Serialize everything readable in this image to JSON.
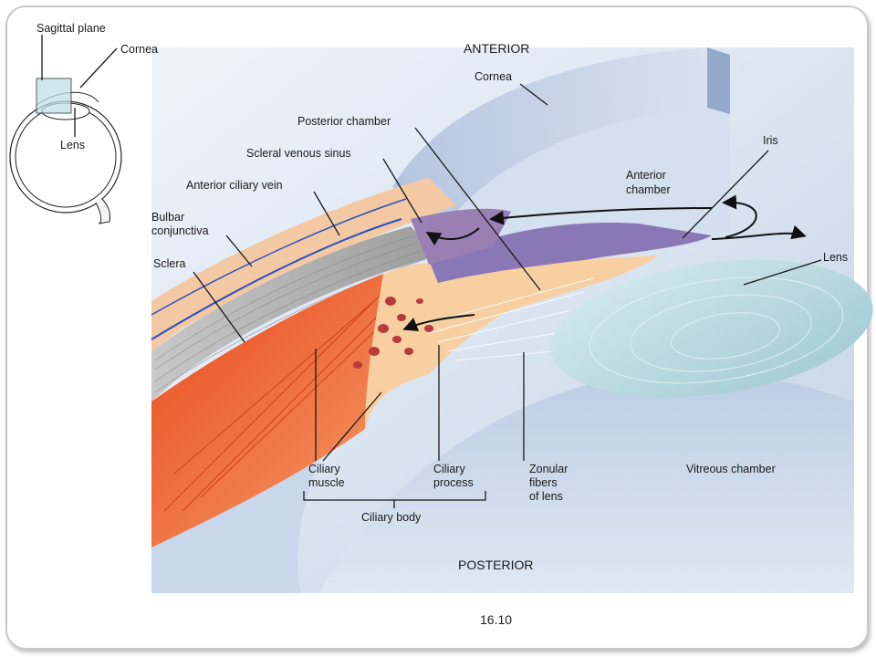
{
  "inset": {
    "sagittal_plane": "Sagittal plane",
    "cornea": "Cornea",
    "lens": "Lens"
  },
  "labels": {
    "anterior": "ANTERIOR",
    "posterior": "POSTERIOR",
    "cornea": "Cornea",
    "posterior_chamber": "Posterior chamber",
    "scleral_venous_sinus": "Scleral venous sinus",
    "anterior_ciliary_vein": "Anterior ciliary vein",
    "bulbar_conjunctiva_1": "Bulbar",
    "bulbar_conjunctiva_2": "conjunctiva",
    "sclera": "Sclera",
    "iris": "Iris",
    "anterior_chamber_1": "Anterior",
    "anterior_chamber_2": "chamber",
    "lens": "Lens",
    "ciliary_muscle_1": "Ciliary",
    "ciliary_muscle_2": "muscle",
    "ciliary_process_1": "Ciliary",
    "ciliary_process_2": "process",
    "zonular_1": "Zonular",
    "zonular_2": "fibers",
    "zonular_3": "of lens",
    "vitreous_chamber": "Vitreous chamber",
    "ciliary_body": "Ciliary body"
  },
  "figure_number": "16.10"
}
